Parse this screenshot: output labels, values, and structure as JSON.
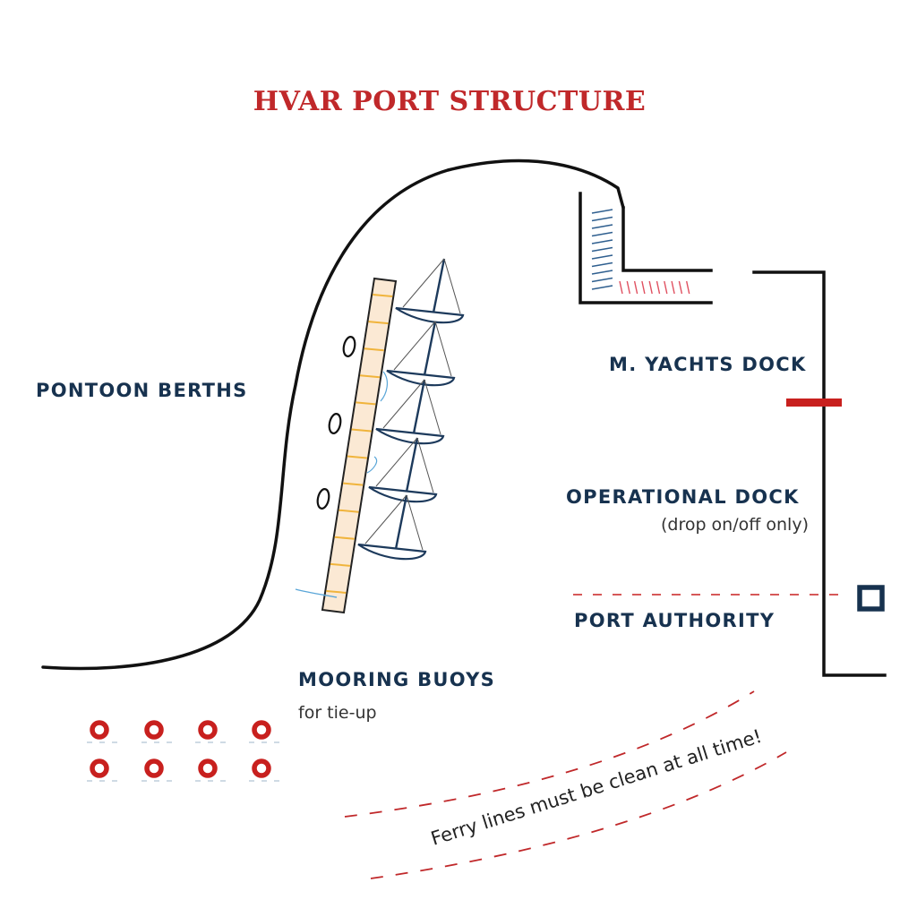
{
  "title": "HVAR PORT STRUCTURE",
  "labels": {
    "pontoon_berths": "PONTOON BERTHS",
    "mega_yachts_dock": "M. YACHTS DOCK",
    "operational_dock": "OPERATIONAL DOCK",
    "operational_dock_note": "(drop on/off only)",
    "port_authority": "PORT AUTHORITY",
    "mooring_buoys": "MOORING BUOYS",
    "mooring_buoys_note": "for tie-up",
    "ferry_note": "Ferry lines must be clean at all time!"
  },
  "icons": {
    "sailboat": "sailboat-icon",
    "buoy": "mooring-buoy-icon",
    "port_authority_marker": "square-marker-icon",
    "dock_marker": "red-bar-marker-icon",
    "bollard": "bollard-icon"
  },
  "counts": {
    "sailboats": 5,
    "buoys": 8,
    "bollards": 3
  },
  "colors": {
    "title": "#c0282a",
    "labels": "#17324f",
    "ferry_lines": "#c0282a",
    "pontoon": "#fbe9d4",
    "pontoon_stripes": "#f0b43c",
    "buoy": "#c8201e",
    "port_authority_marker": "#17324f"
  }
}
